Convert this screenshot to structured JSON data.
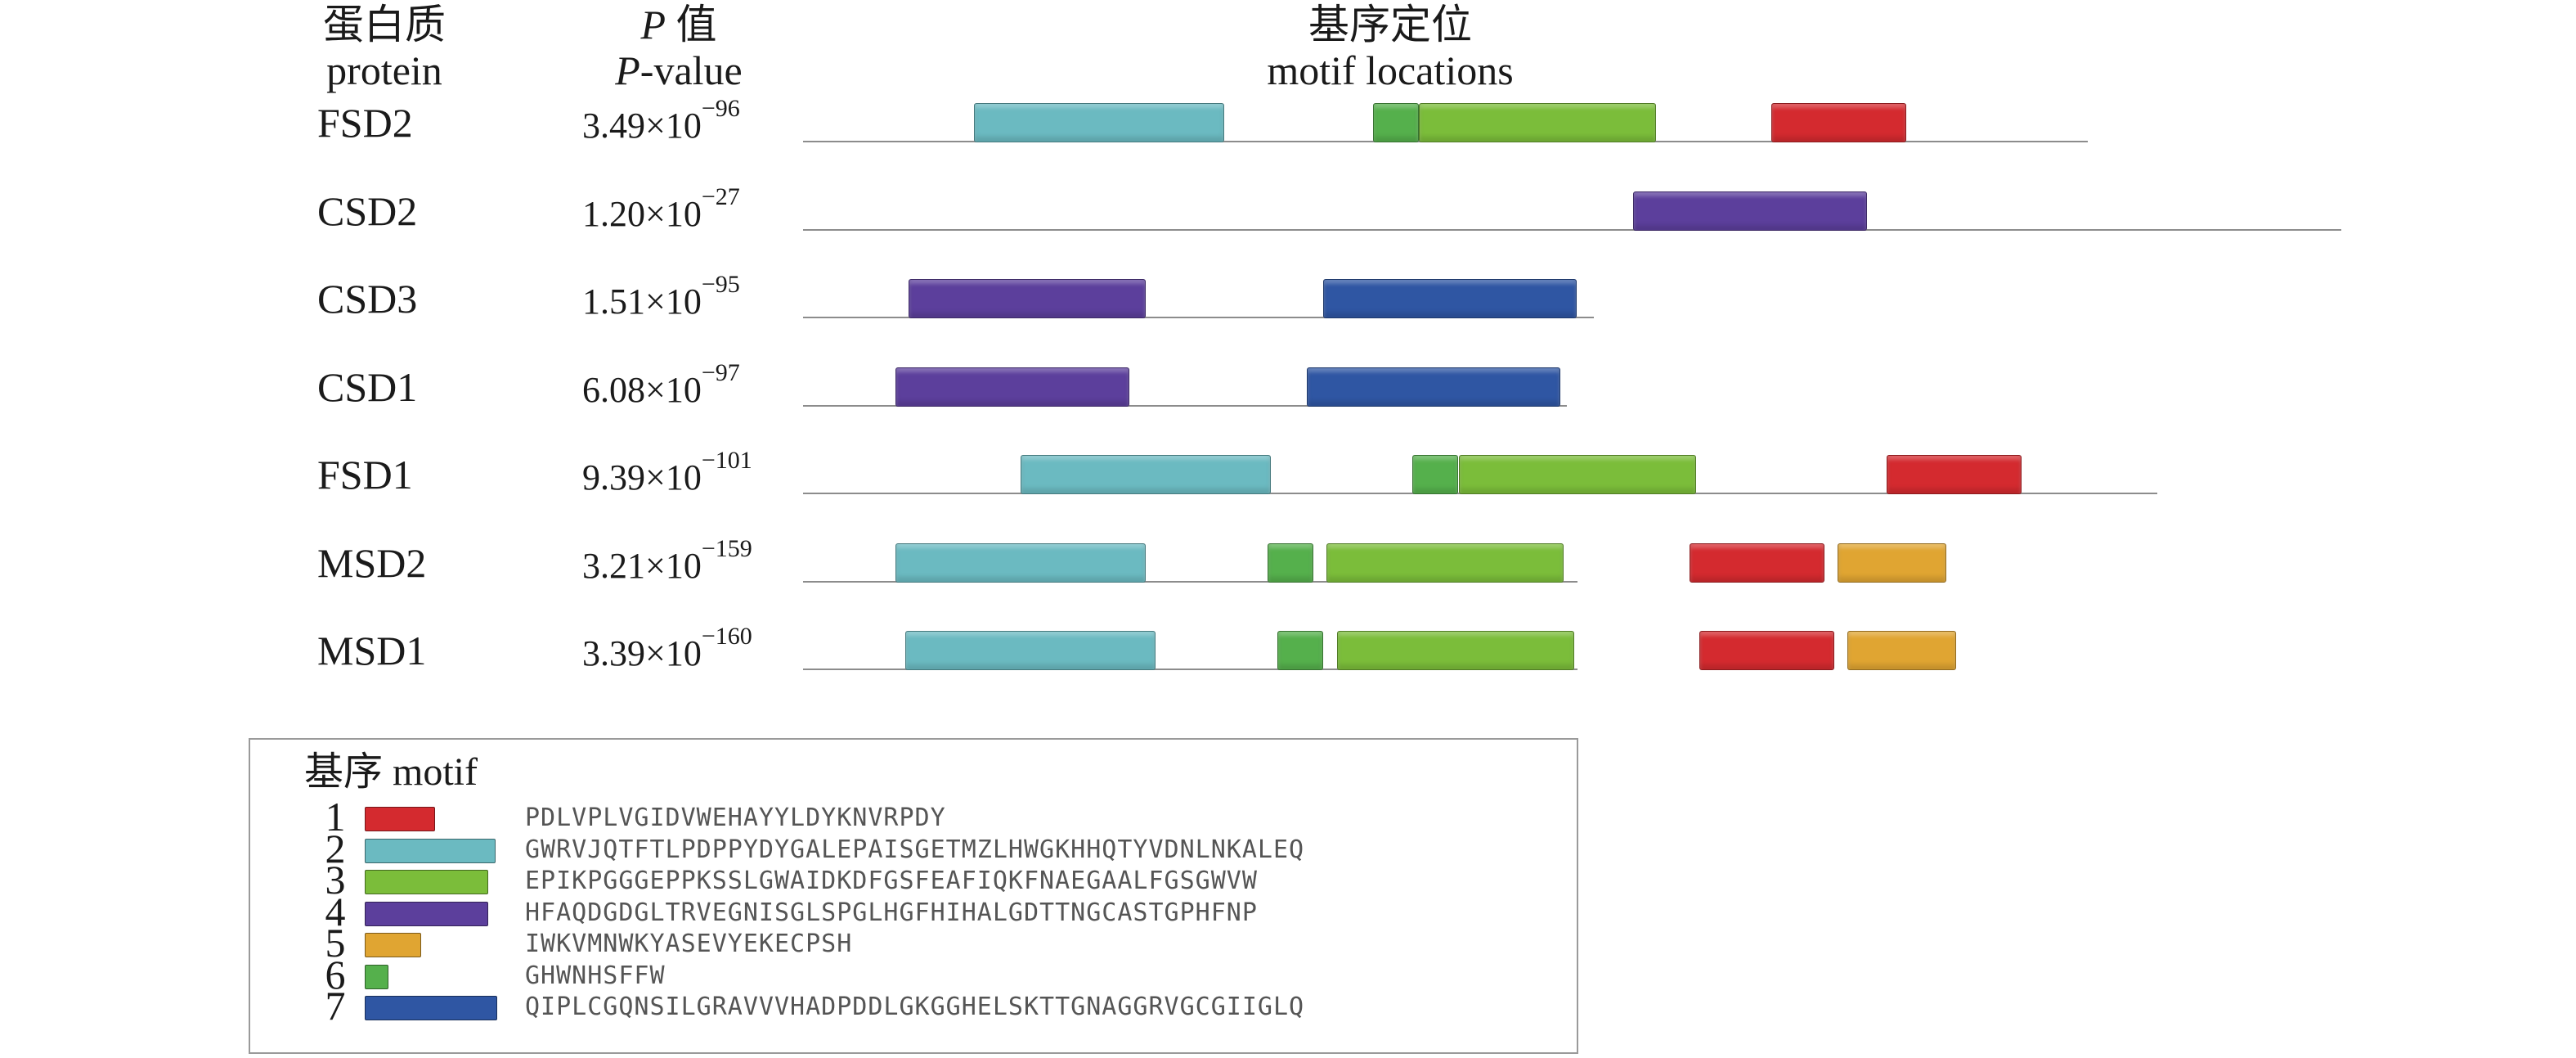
{
  "headers": {
    "protein_cn": "蛋白质",
    "protein_en": "protein",
    "pvalue_cn_p": "P",
    "pvalue_cn_rest": " 值",
    "pvalue_en_p": "P",
    "pvalue_en_rest": "-value",
    "motif_cn": "基序定位",
    "motif_en": "motif locations"
  },
  "colors": {
    "1": "#d42a2f",
    "2": "#6bbac1",
    "3": "#7bbd3a",
    "4": "#5c3f9c",
    "5": "#e0a532",
    "6": "#55b04c",
    "7": "#2f56a3"
  },
  "proteins": [
    {
      "name": "FSD2",
      "pvalue_base": "3.49×10",
      "pvalue_exp": "−96",
      "length": 390,
      "motifs": [
        {
          "motif": 2,
          "start": 52,
          "end": 128
        },
        {
          "motif": 6,
          "start": 173,
          "end": 187
        },
        {
          "motif": 3,
          "start": 187,
          "end": 259
        },
        {
          "motif": 1,
          "start": 294,
          "end": 335
        }
      ]
    },
    {
      "name": "CSD2",
      "pvalue_base": "1.20×10",
      "pvalue_exp": "−27",
      "length": 467,
      "motifs": [
        {
          "motif": 4,
          "start": 252,
          "end": 323
        }
      ]
    },
    {
      "name": "CSD3",
      "pvalue_base": "1.51×10",
      "pvalue_exp": "−95",
      "length": 240,
      "motifs": [
        {
          "motif": 4,
          "start": 32,
          "end": 104
        },
        {
          "motif": 7,
          "start": 158,
          "end": 235
        }
      ]
    },
    {
      "name": "CSD1",
      "pvalue_base": "6.08×10",
      "pvalue_exp": "−97",
      "length": 232,
      "motifs": [
        {
          "motif": 4,
          "start": 28,
          "end": 99
        },
        {
          "motif": 7,
          "start": 153,
          "end": 230
        }
      ]
    },
    {
      "name": "FSD1",
      "pvalue_base": "9.39×10",
      "pvalue_exp": "−101",
      "length": 411,
      "motifs": [
        {
          "motif": 2,
          "start": 66,
          "end": 142
        },
        {
          "motif": 6,
          "start": 185,
          "end": 199
        },
        {
          "motif": 3,
          "start": 199,
          "end": 271
        },
        {
          "motif": 1,
          "start": 329,
          "end": 370
        }
      ]
    },
    {
      "name": "MSD2",
      "pvalue_base": "3.21×10",
      "pvalue_exp": "−159",
      "length": 235,
      "motifs": [
        {
          "motif": 2,
          "start": 28,
          "end": 104
        },
        {
          "motif": 6,
          "start": 141,
          "end": 155
        },
        {
          "motif": 3,
          "start": 159,
          "end": 231
        },
        {
          "motif": 1,
          "start": 269,
          "end": 310
        },
        {
          "motif": 5,
          "start": 314,
          "end": 347
        }
      ]
    },
    {
      "name": "MSD1",
      "pvalue_base": "3.39×10",
      "pvalue_exp": "−160",
      "length": 235,
      "motifs": [
        {
          "motif": 2,
          "start": 31,
          "end": 107
        },
        {
          "motif": 6,
          "start": 144,
          "end": 158
        },
        {
          "motif": 3,
          "start": 162,
          "end": 234
        },
        {
          "motif": 1,
          "start": 272,
          "end": 313
        },
        {
          "motif": 5,
          "start": 317,
          "end": 350
        }
      ]
    }
  ],
  "legend": {
    "title": "基序 motif",
    "items": [
      {
        "num": "1",
        "motif": 1,
        "width": 41,
        "sequence": "PDLVPLVGIDVWEHAYYLDYKNVRPDY"
      },
      {
        "num": "2",
        "motif": 2,
        "width": 76,
        "sequence": "GWRVJQTFTLPDPPYDYGALEPAISGETMZLHWGKHHQTYVDNLNKALEQ"
      },
      {
        "num": "3",
        "motif": 3,
        "width": 72,
        "sequence": "EPIKPGGGEPPKSSLGWAIDKDFGSFEAFIQKFNAEGAALFGSGWVW"
      },
      {
        "num": "4",
        "motif": 4,
        "width": 72,
        "sequence": "HFAQDGDGLTRVEGNISGLSPGLHGFHIHALGDTTNGCASTGPHFNP"
      },
      {
        "num": "5",
        "motif": 5,
        "width": 33,
        "sequence": "IWKVMNWKYASEVYEKECPSH"
      },
      {
        "num": "6",
        "motif": 6,
        "width": 14,
        "sequence": "GHWNHSFFW"
      },
      {
        "num": "7",
        "motif": 7,
        "width": 77,
        "sequence": "QIPLCGQNSILGRAVVVHADPDDLGKGGHELSKTTGNAGGRVGCGIIGLQ"
      }
    ]
  }
}
